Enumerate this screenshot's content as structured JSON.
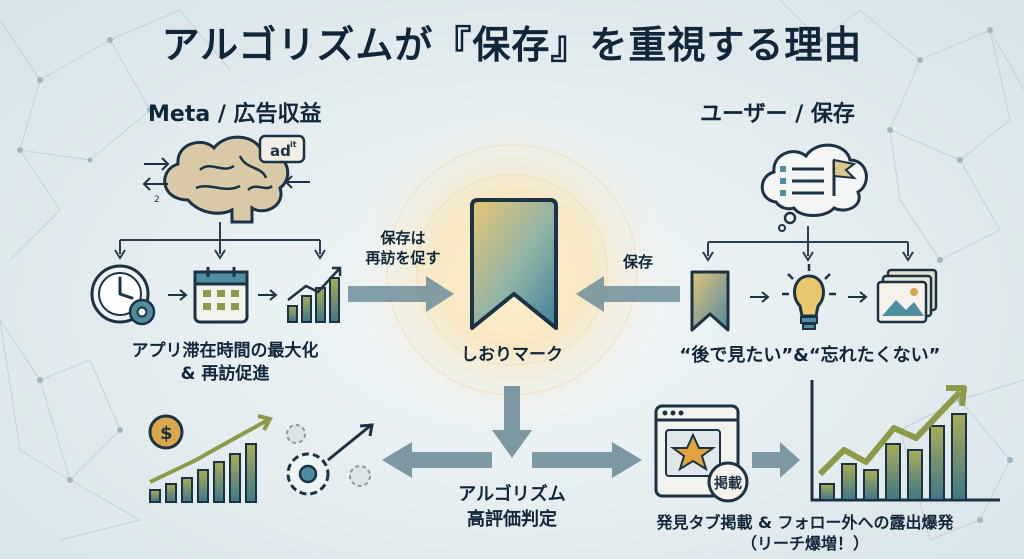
{
  "title": "アルゴリズムが『保存』を重視する理由",
  "left_header": "Meta / 広告収益",
  "right_header": "ユーザー / 保存",
  "ad_badge": "ad",
  "ad_badge_sup": "it",
  "tiny_mark": "2",
  "left_arrow_label": [
    "保存は",
    "再訪を促す"
  ],
  "right_arrow_label": "保存",
  "center_label": "しおりマーク",
  "left_caption": [
    "アプリ滞在時間の最大化",
    "& 再訪促進"
  ],
  "right_caption": "“後で見たい”&“忘れたくない”",
  "bottom_center_label": [
    "アルゴリズム",
    "高評価判定"
  ],
  "featured_badge": "掲載",
  "bottom_right_caption": [
    "発見タブ掲載 & フォロー外への露出爆発",
    "（リーチ爆増！）"
  ],
  "colors": {
    "dark_navy": "#10263a",
    "arrow_slate": "#6f8e9a",
    "gold": "#d9a84a",
    "olive": "#8c9a4a",
    "teal": "#4e8ea0"
  },
  "icons": [
    "brain-icon",
    "clock-icon",
    "gear-icon",
    "calendar-icon",
    "growth-chart-icon",
    "bookmark-icon",
    "thought-cloud-icon",
    "checklist-icon",
    "flag-icon",
    "lightbulb-icon",
    "gallery-icon",
    "dollar-gear-icon",
    "star-window-icon"
  ]
}
